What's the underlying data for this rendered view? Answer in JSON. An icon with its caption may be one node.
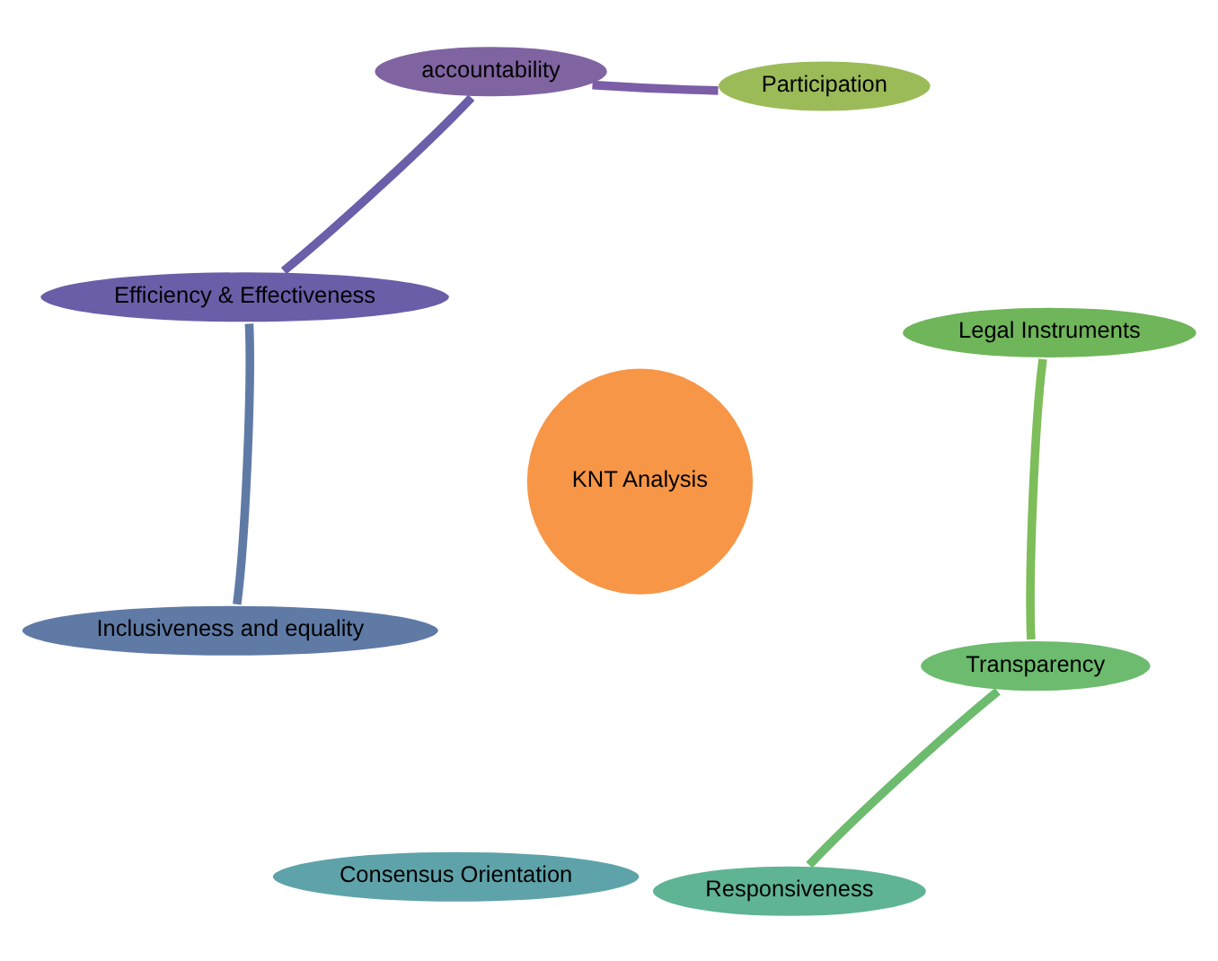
{
  "diagram": {
    "nodes": [
      {
        "text": [
          "Participation"
        ]
      },
      {
        "text": [
          "accountability"
        ]
      },
      {
        "text": [
          "Legal Instruments"
        ]
      },
      {
        "text": [
          "Efficiency & Effectiveness"
        ]
      },
      {
        "text": [
          "KNT Analysis"
        ]
      },
      {
        "text": [
          "Transparency"
        ]
      },
      {
        "text": [
          "Inclusiveness and equality"
        ]
      },
      {
        "text": [
          "Responsiveness"
        ]
      },
      {
        "text": [
          "Consensus Orientation"
        ]
      }
    ],
    "edges": [
      {
        "from": 1,
        "to": 0,
        "arrow": "none",
        "color": "#7b5ea7"
      },
      {
        "from": 2,
        "to": 5,
        "arrow": "none",
        "color": "#7dbd5a"
      },
      {
        "from": 5,
        "to": 7,
        "arrow": "none",
        "color": "#6dbb6e"
      },
      {
        "from": 6,
        "to": 3,
        "arrow": "none",
        "color": "#5f7aa5"
      },
      {
        "from": 3,
        "to": 1,
        "arrow": "none",
        "color": "#6a5fa8"
      }
    ]
  }
}
